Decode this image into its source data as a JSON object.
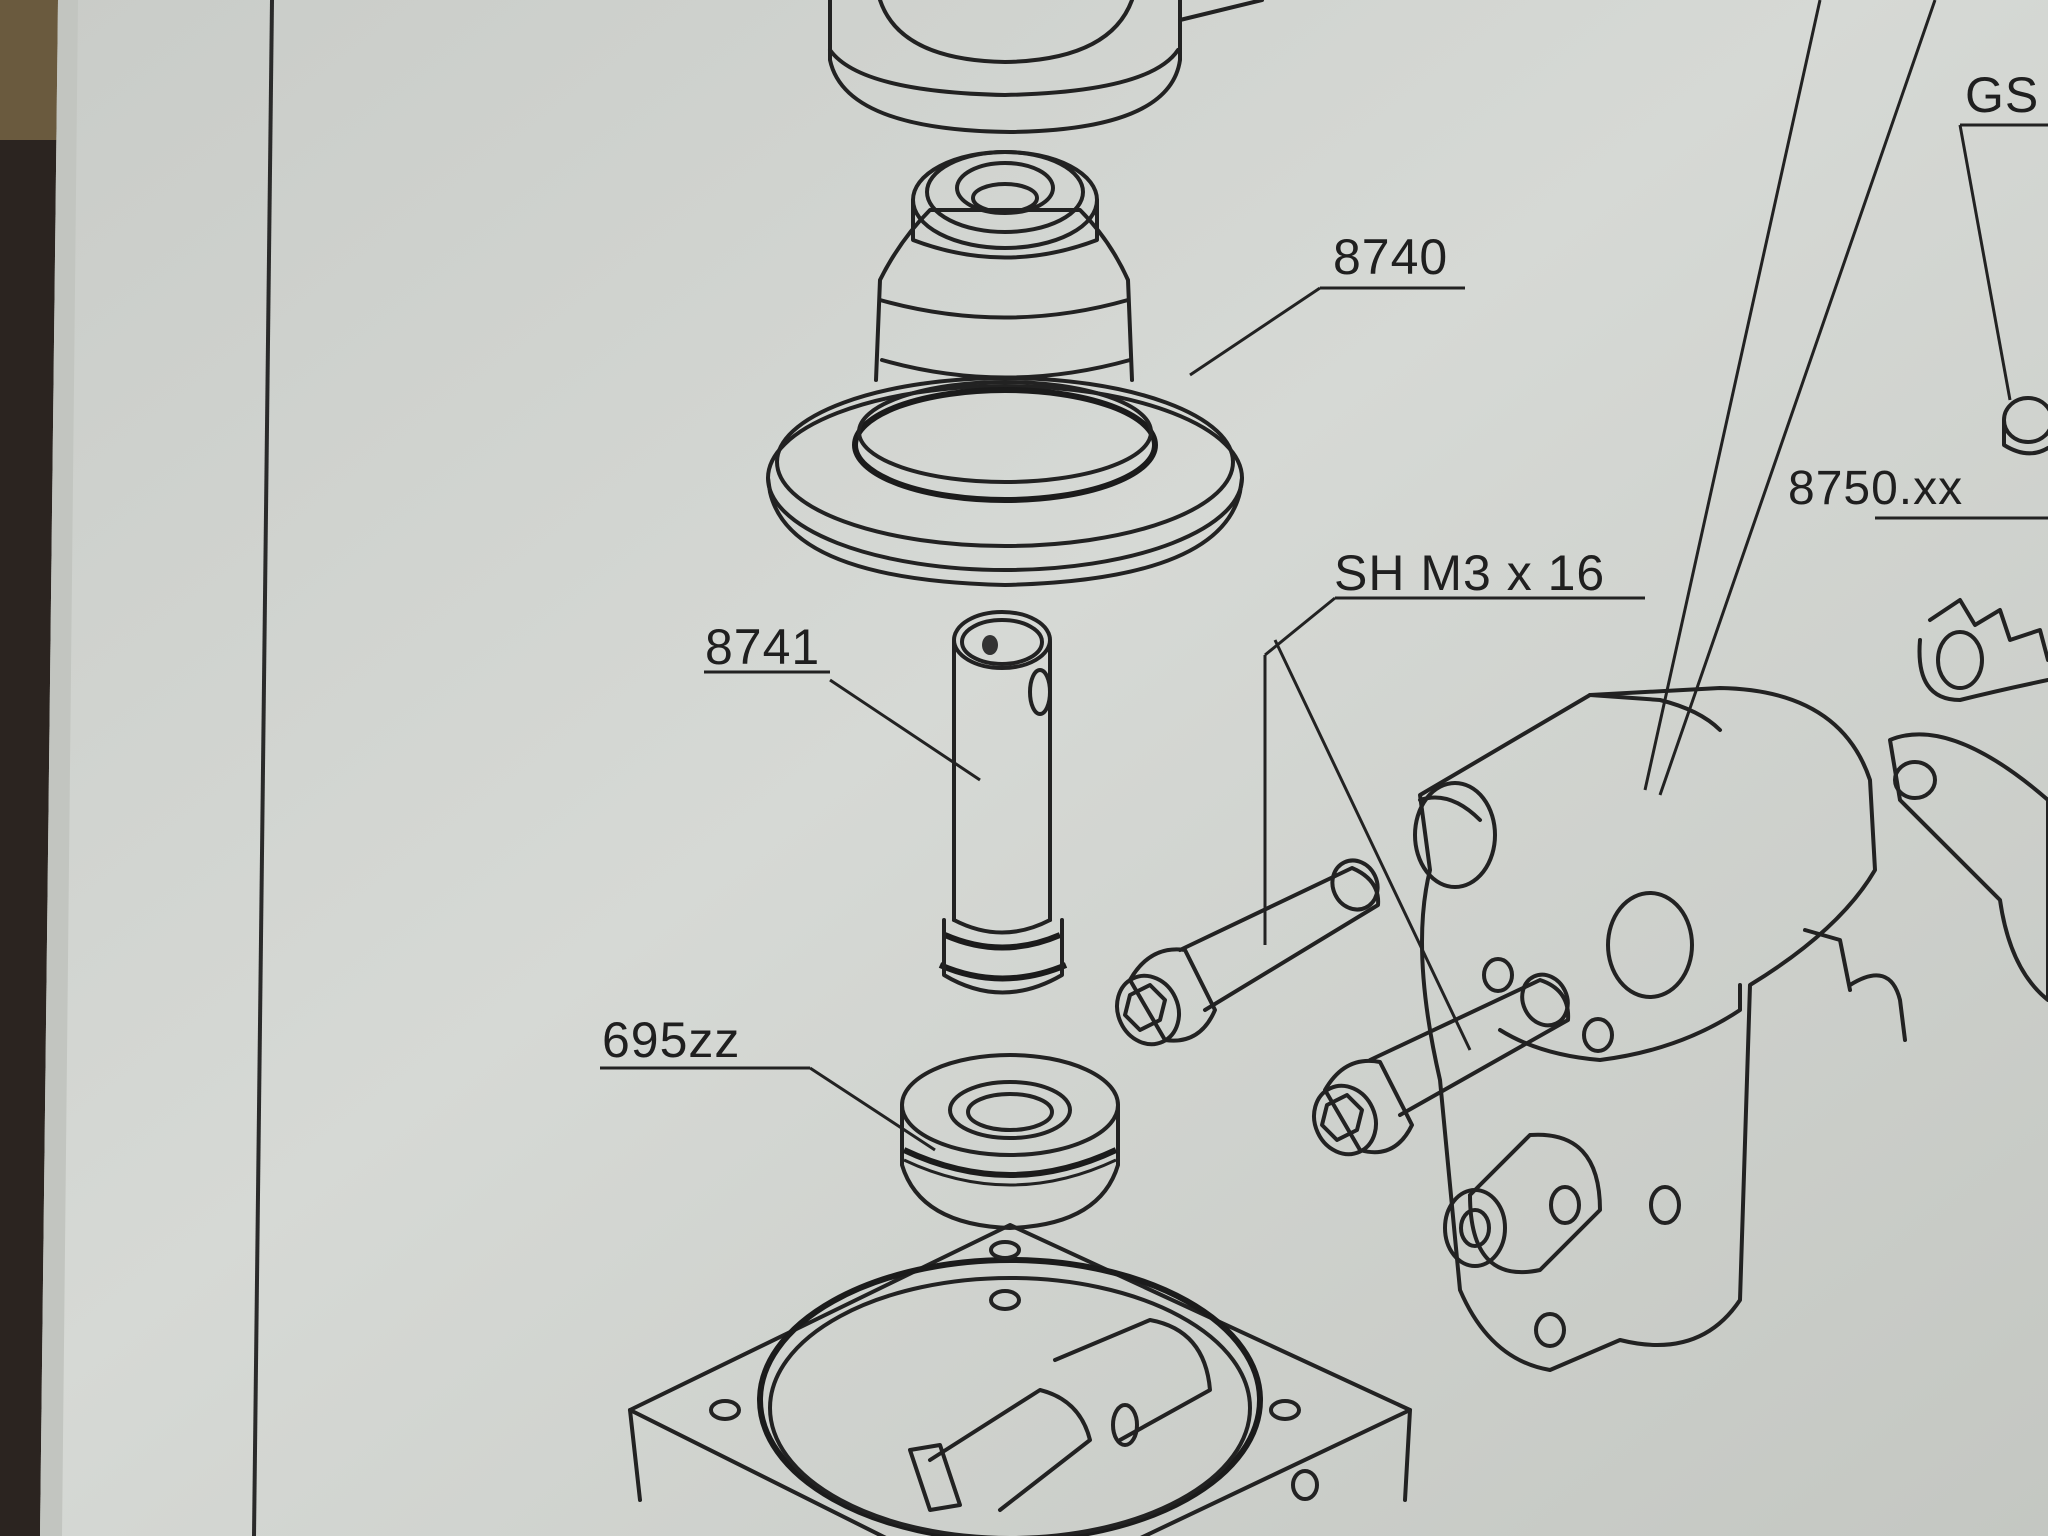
{
  "labels": {
    "shield_part": "8740",
    "shaft_part": "8741",
    "bearing_part": "695zz",
    "screw_spec": "SH M3 x 16",
    "pinion_part": "8750.xx",
    "gs_label": "GS"
  },
  "colors": {
    "paper": "#d3d6d2",
    "ink": "#222222",
    "background": "#2a2420"
  }
}
